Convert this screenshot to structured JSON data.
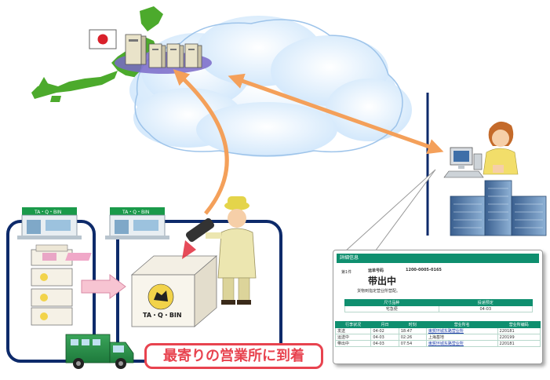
{
  "colors": {
    "cloud": "#cfe6fb",
    "arrow": "#f4a05a",
    "frame": "#0d2a6a",
    "box_green": "#0f8f6f",
    "banner_red": "#e8434f",
    "japan_green": "#4caa2c"
  },
  "icons": [
    "japan-map",
    "japan-flag",
    "server-rack",
    "cloud",
    "shop-building",
    "parcel-box",
    "delivery-truck",
    "courier-person",
    "barcode-scanner",
    "ta-q-bin-box",
    "computer-terminal",
    "office-worker",
    "office-building"
  ],
  "shop_sign": "TA・Q・BIN",
  "box_logo": "TA・Q・BIN",
  "banner_text": "最寄りの営業所に到着",
  "popup": {
    "header": "詳細信息",
    "item_no": "第1件",
    "tracking_label": "运单号码",
    "tracking_number": "1200-0005-0165",
    "status_big": "带出中",
    "status_note": "货物到指定营业所营配。",
    "info_headers": [
      "尺寸品种",
      "投递预定"
    ],
    "info_row": [
      "宅急便",
      "04-03"
    ],
    "history_headers": [
      "行李状况",
      "月日",
      "时刻",
      "营业所名",
      "营业所编码"
    ],
    "history_rows": [
      [
        "发送",
        "04-02",
        "18:47",
        "東賀环城东路营业所",
        "220181"
      ],
      [
        "运送中",
        "04-03",
        "02:26",
        "上海基地",
        "220199"
      ],
      [
        "带出中",
        "04-03",
        "07:54",
        "東賀环城东路营业所",
        "220181"
      ]
    ]
  }
}
